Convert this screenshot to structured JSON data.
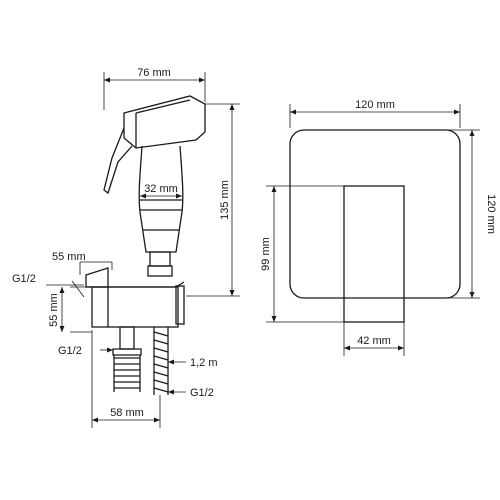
{
  "front_view": {
    "width_top": "76 mm",
    "handle_diameter": "32 mm",
    "height": "135 mm",
    "bracket_width": "55 mm",
    "bracket_height": "55 mm",
    "bracket_thread": "G1/2",
    "inlet_thread": "G1/2",
    "hose_length": "1,2 m",
    "hose_thread": "G1/2",
    "base_width": "58 mm"
  },
  "side_view": {
    "plate_width": "120 mm",
    "plate_height": "120 mm",
    "holder_height": "99 mm",
    "holder_width": "42 mm"
  }
}
